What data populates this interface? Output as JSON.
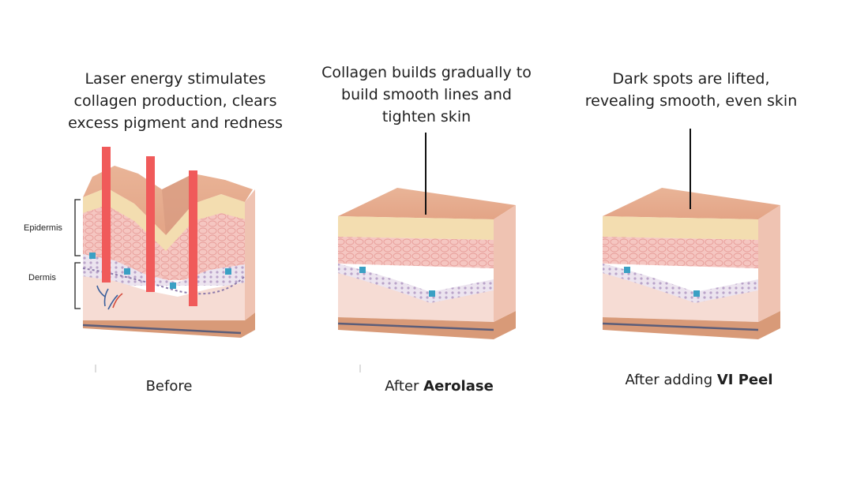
{
  "panels": [
    {
      "caption_lines": [
        "Laser energy stimulates",
        "collagen production, clears",
        "excess pigment and redness"
      ],
      "label_prefix": "Before",
      "label_bold": ""
    },
    {
      "caption_lines": [
        "Collagen builds gradually to",
        "build smooth lines and",
        "tighten skin"
      ],
      "label_prefix": "After ",
      "label_bold": "Aerolase"
    },
    {
      "caption_lines": [
        "Dark spots are lifted,",
        "revealing smooth, even skin"
      ],
      "label_prefix": "After adding ",
      "label_bold": "VI Peel"
    }
  ],
  "layer_labels": {
    "epidermis": "Epidermis",
    "dermis": "Dermis"
  },
  "colors": {
    "laser": "#f05a5a",
    "skin_top": "#e7ab8e",
    "skin_side": "#f2cdbf",
    "fat_layer": "#f3ddb0",
    "cell_layer": "#f3c0bb",
    "dermis": "#f6dcd4",
    "base": "#d89a78"
  }
}
